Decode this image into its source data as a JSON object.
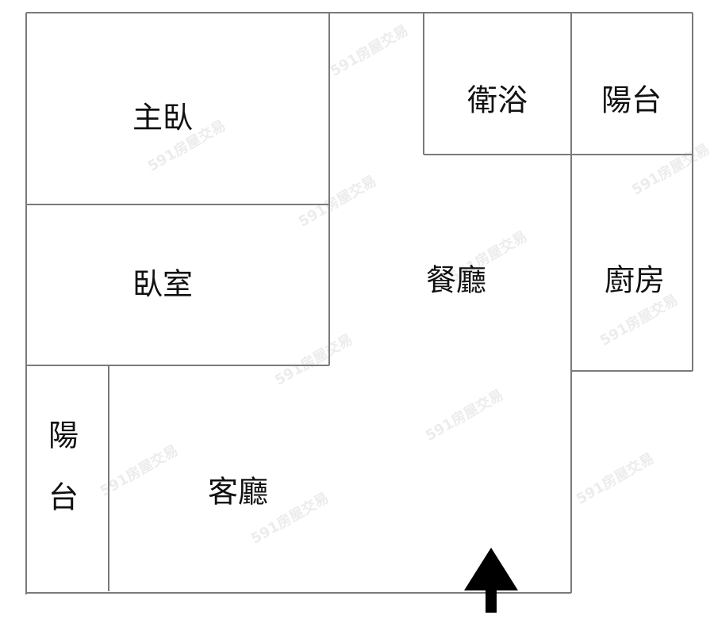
{
  "rooms": {
    "master_bedroom": "主臥",
    "bedroom": "臥室",
    "bathroom": "衛浴",
    "balcony_top": "陽台",
    "dining_room": "餐廳",
    "kitchen": "廚房",
    "balcony_left": "陽台",
    "living_room": "客廳"
  },
  "entrance_arrow": {
    "direction": "up"
  },
  "watermark": "591房屋交易"
}
